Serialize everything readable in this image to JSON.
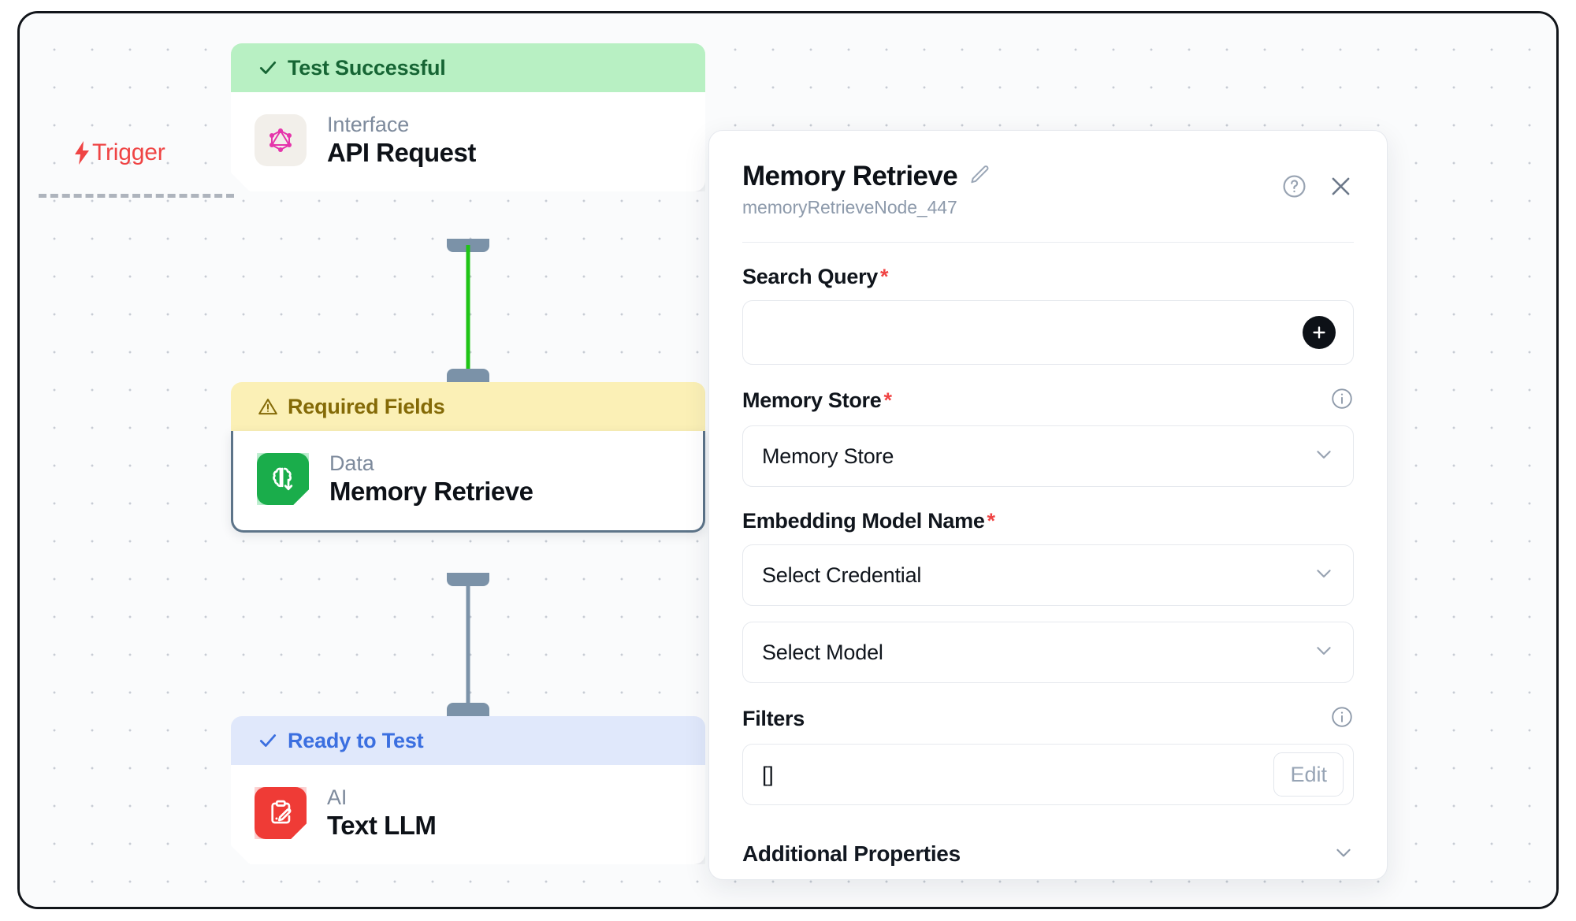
{
  "canvas": {
    "trigger": {
      "label": "Trigger",
      "icon": "lightning-bolt-icon",
      "color": "#ef4444"
    }
  },
  "nodes": [
    {
      "status": "Test Successful",
      "status_icon": "check-icon",
      "status_style": "success",
      "category": "Interface",
      "title": "API Request",
      "icon": "graphql-icon"
    },
    {
      "status": "Required Fields",
      "status_icon": "warning-triangle-icon",
      "status_style": "warning",
      "category": "Data",
      "title": "Memory Retrieve",
      "icon": "brain-download-icon"
    },
    {
      "status": "Ready to Test",
      "status_icon": "check-icon",
      "status_style": "ready",
      "category": "AI",
      "title": "Text LLM",
      "icon": "clipboard-pencil-icon"
    }
  ],
  "edges": [
    {
      "from": "API Request",
      "to": "Memory Retrieve",
      "color": "#1fc416"
    },
    {
      "from": "Memory Retrieve",
      "to": "Text LLM",
      "color": "#7b92a8"
    }
  ],
  "panel": {
    "title": "Memory Retrieve",
    "node_id": "memoryRetrieveNode_447",
    "edit_icon": "pencil-icon",
    "help_icon": "help-circle-icon",
    "close_icon": "close-icon",
    "fields": {
      "search_query": {
        "label": "Search Query",
        "required": true,
        "value": "",
        "placeholder": "",
        "add_icon": "plus-icon"
      },
      "memory_store": {
        "label": "Memory Store",
        "required": true,
        "value": "Memory Store",
        "info_icon": "info-icon",
        "chevron": "chevron-down-icon"
      },
      "embedding_model_name": {
        "label": "Embedding Model Name",
        "required": true,
        "credential_value": "Select Credential",
        "model_value": "Select Model",
        "chevron": "chevron-down-icon"
      },
      "filters": {
        "label": "Filters",
        "required": false,
        "value": "[]",
        "info_icon": "info-icon",
        "edit_label": "Edit"
      },
      "additional_properties": {
        "label": "Additional Properties",
        "chevron": "chevron-down-icon"
      }
    }
  }
}
